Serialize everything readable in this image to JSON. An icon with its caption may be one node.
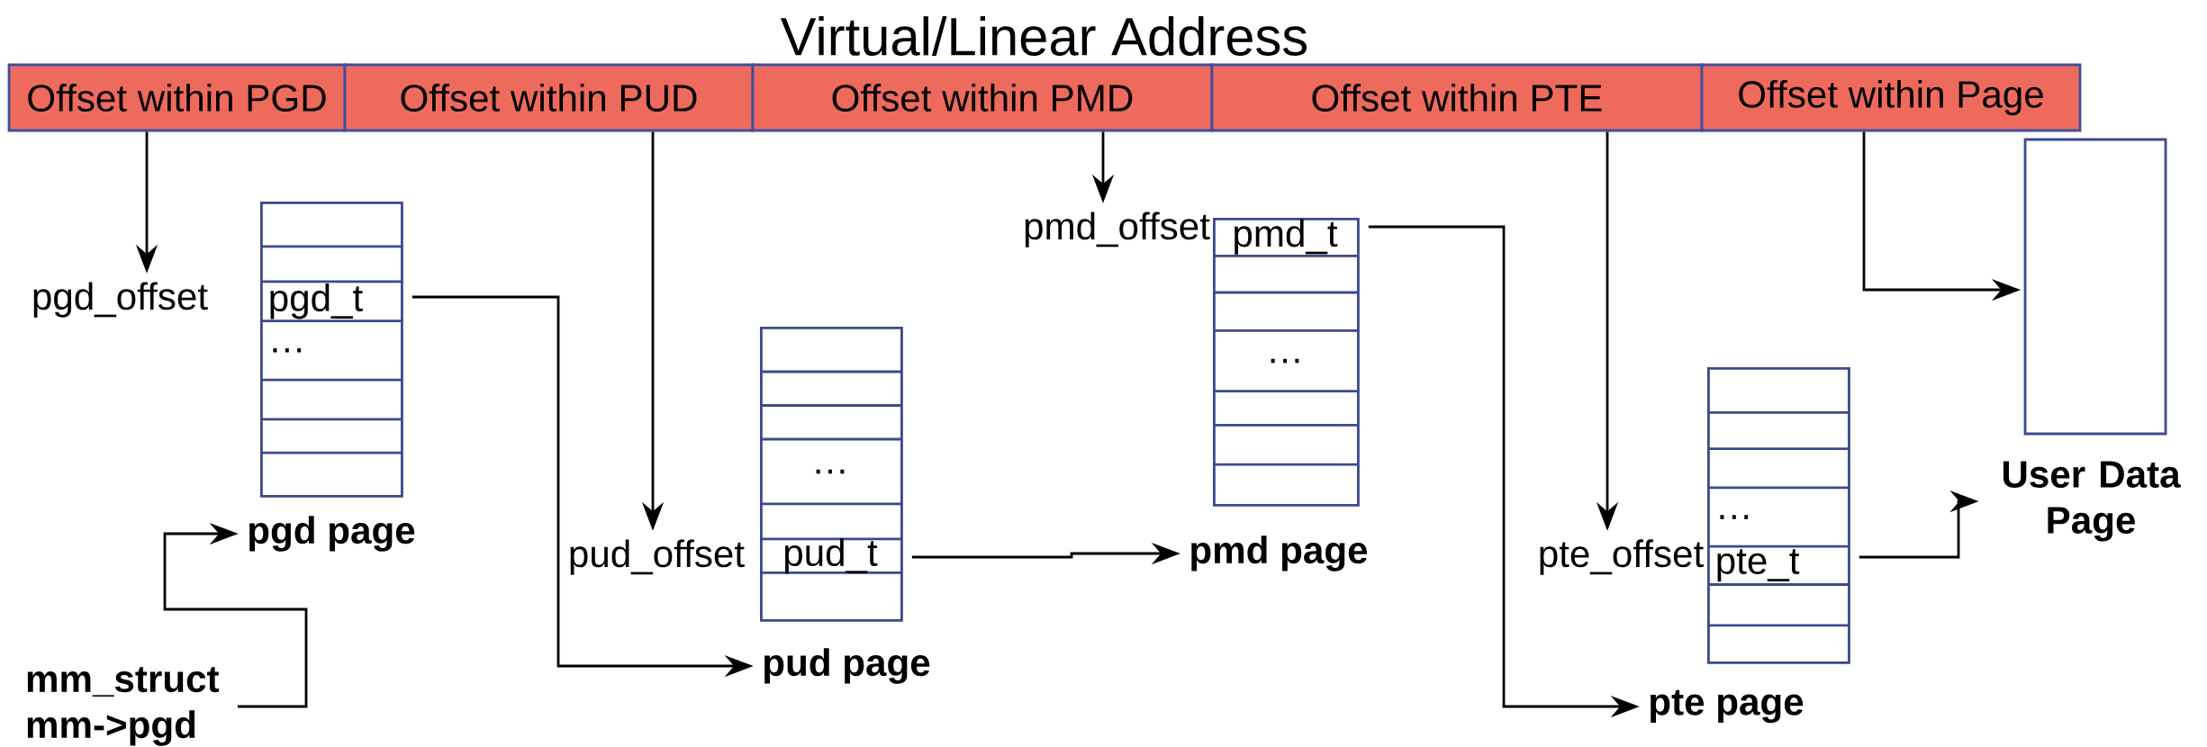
{
  "diagram": {
    "title": "Virtual/Linear Address",
    "nodes": [
      {
        "text": [
          "Offset within PGD"
        ]
      },
      {
        "text": [
          "Offset within PUD"
        ]
      },
      {
        "text": [
          "Offset within PMD"
        ]
      },
      {
        "text": [
          "Offset within PTE"
        ]
      },
      {
        "text": [
          "Offset within Page"
        ]
      },
      {
        "text": [
          "pgd_offset"
        ]
      },
      {
        "text": [
          "pgd_t",
          "…"
        ]
      },
      {
        "text": [
          "pgd page"
        ]
      },
      {
        "text": [
          "mm_struct mm->pgd"
        ]
      },
      {
        "text": [
          "pud_offset"
        ]
      },
      {
        "text": [
          "…",
          "pud_t"
        ]
      },
      {
        "text": [
          "pud page"
        ]
      },
      {
        "text": [
          "pmd_offset"
        ]
      },
      {
        "text": [
          "pmd_t",
          "…"
        ]
      },
      {
        "text": [
          "pmd page"
        ]
      },
      {
        "text": [
          "pte_offset"
        ]
      },
      {
        "text": [
          "…",
          "pte_t"
        ]
      },
      {
        "text": [
          "pte page"
        ]
      },
      {
        "text": [],
        "shape": "box"
      },
      {
        "text": [
          "User Data Page"
        ]
      }
    ],
    "edges": [
      {
        "from": 0,
        "to": 5,
        "arrow": "to"
      },
      {
        "from": 8,
        "to": 7,
        "arrow": "to"
      },
      {
        "from": 6,
        "to": 11,
        "arrow": "to"
      },
      {
        "from": 1,
        "to": 9,
        "arrow": "to"
      },
      {
        "from": 10,
        "to": 14,
        "arrow": "to"
      },
      {
        "from": 2,
        "to": 12,
        "arrow": "to"
      },
      {
        "from": 13,
        "to": 17,
        "arrow": "to"
      },
      {
        "from": 3,
        "to": 15,
        "arrow": "to"
      },
      {
        "from": 16,
        "to": 19,
        "arrow": "to"
      },
      {
        "from": 4,
        "to": 18,
        "arrow": "to"
      }
    ]
  }
}
